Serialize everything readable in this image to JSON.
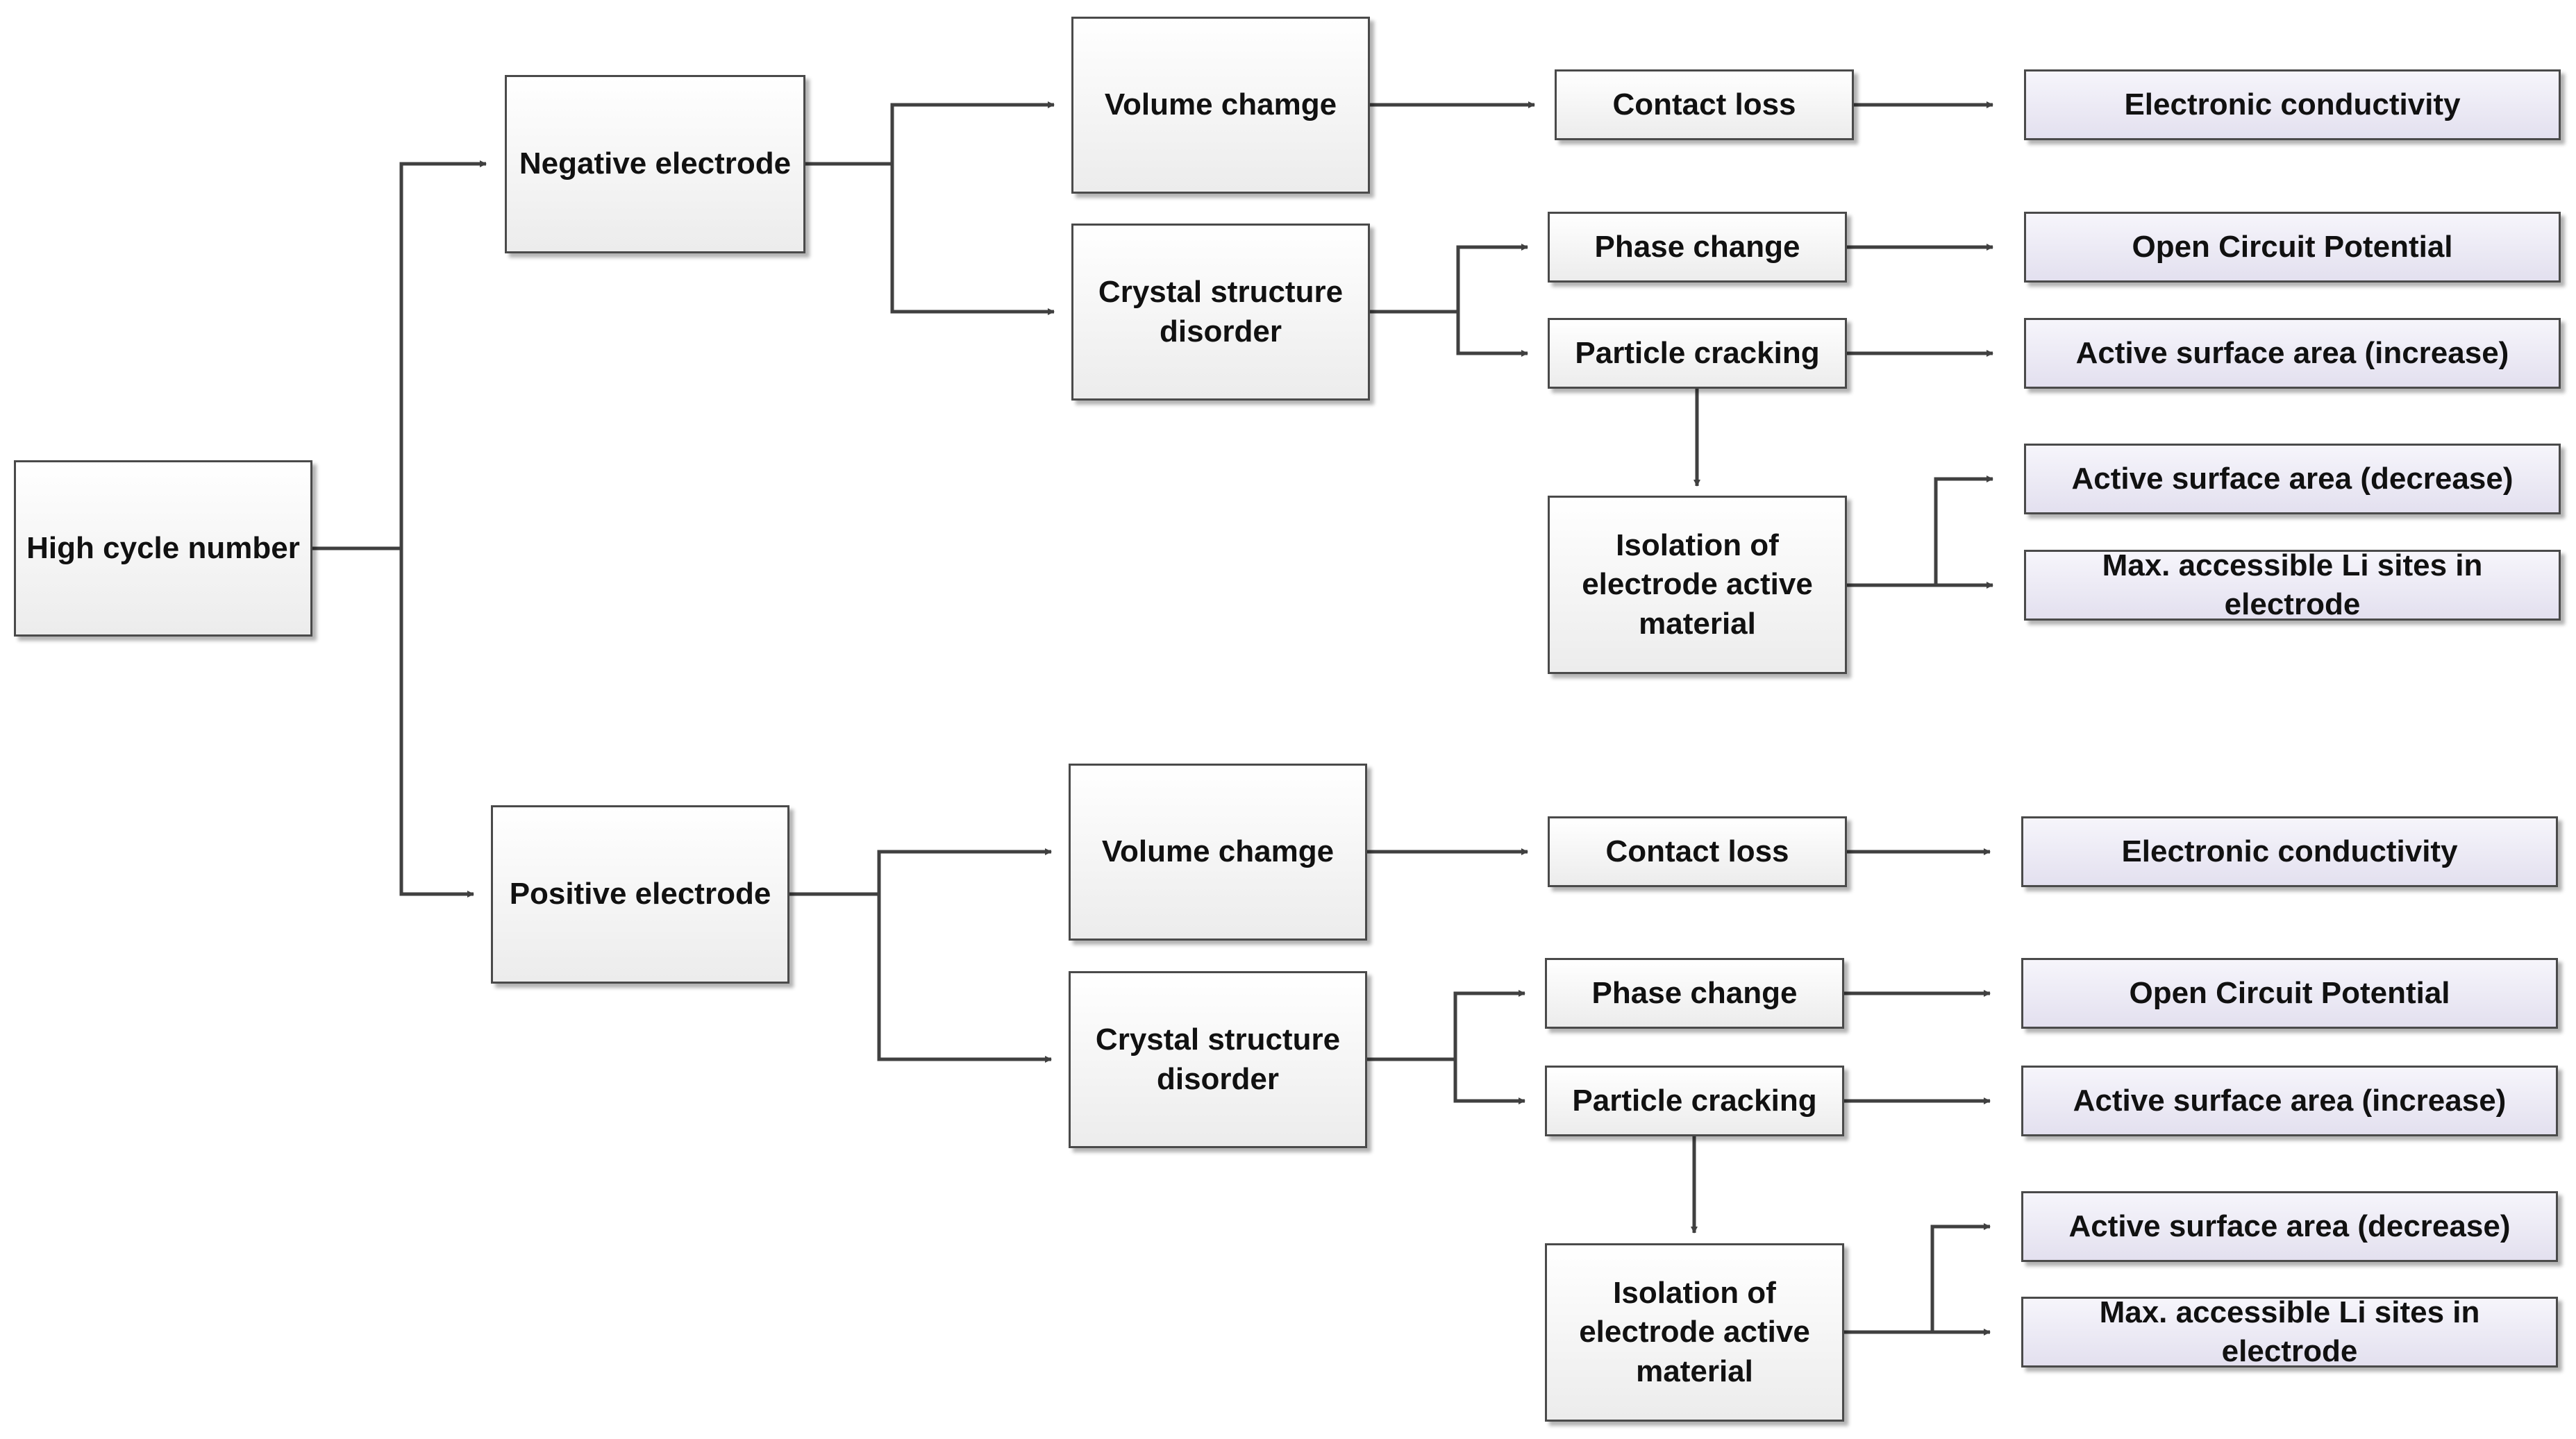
{
  "root": {
    "label": "High cycle number"
  },
  "branches": [
    {
      "electrode": "Negative electrode",
      "volume_change": "Volume chamge",
      "contact_loss": "Contact loss",
      "electronic_conductivity": "Electronic conductivity",
      "crystal_disorder": "Crystal structure disorder",
      "phase_change": "Phase change",
      "open_circuit_potential": "Open Circuit Potential",
      "particle_cracking": "Particle cracking",
      "surface_area_increase": "Active surface area (increase)",
      "isolation": "Isolation of electrode active material",
      "surface_area_decrease": "Active surface area (decrease)",
      "max_li_sites": "Max. accessible Li sites in electrode"
    },
    {
      "electrode": "Positive electrode",
      "volume_change": "Volume chamge",
      "contact_loss": "Contact loss",
      "electronic_conductivity": "Electronic conductivity",
      "crystal_disorder": "Crystal structure disorder",
      "phase_change": "Phase change",
      "open_circuit_potential": "Open Circuit Potential",
      "particle_cracking": "Particle cracking",
      "surface_area_increase": "Active surface area (increase)",
      "isolation": "Isolation of electrode active material",
      "surface_area_decrease": "Active surface area (decrease)",
      "max_li_sites": "Max. accessible Li sites in electrode"
    }
  ],
  "colors": {
    "box_border": "#4a4a4a",
    "box_fill_top": "#ffffff",
    "box_fill_bottom": "#ececec",
    "outcome_fill_bottom": "#e3e0ef",
    "connector": "#404040"
  }
}
